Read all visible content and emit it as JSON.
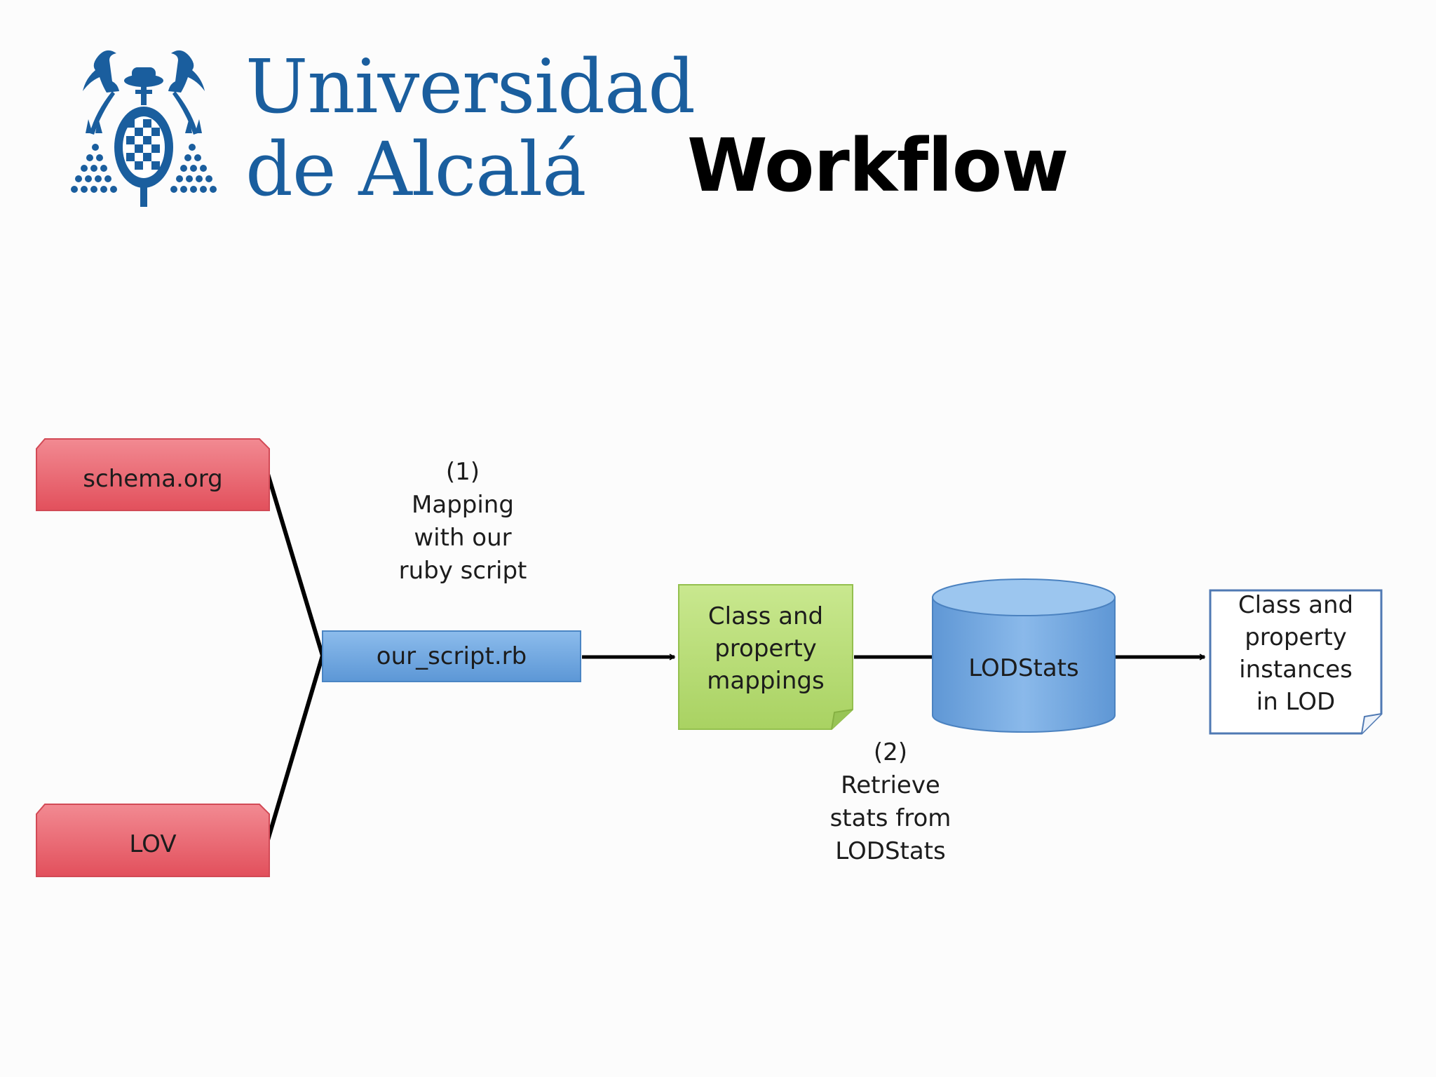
{
  "header": {
    "logo_line1": "Universidad",
    "logo_line2": "de Alcalá",
    "title": "Workflow"
  },
  "icons": {
    "logo": "university-crest-icon"
  },
  "colors": {
    "brand_blue": "#1a5e9e",
    "source_red": "#ea5f6a",
    "script_blue": "#6fa8e0",
    "mapping_green": "#b7dd74",
    "db_blue": "#6ea4dc",
    "doc_border": "#4f79b3"
  },
  "diagram": {
    "sources": [
      "schema.org",
      "LOV"
    ],
    "script": "our_script.rb",
    "mappings": "Class and\nproperty\nmappings",
    "database": "LODStats",
    "output": "Class and\nproperty\ninstances\nin LOD",
    "step1": "(1)\nMapping\nwith our\nruby script",
    "step2": "(2)\nRetrieve\nstats from\nLODStats"
  }
}
